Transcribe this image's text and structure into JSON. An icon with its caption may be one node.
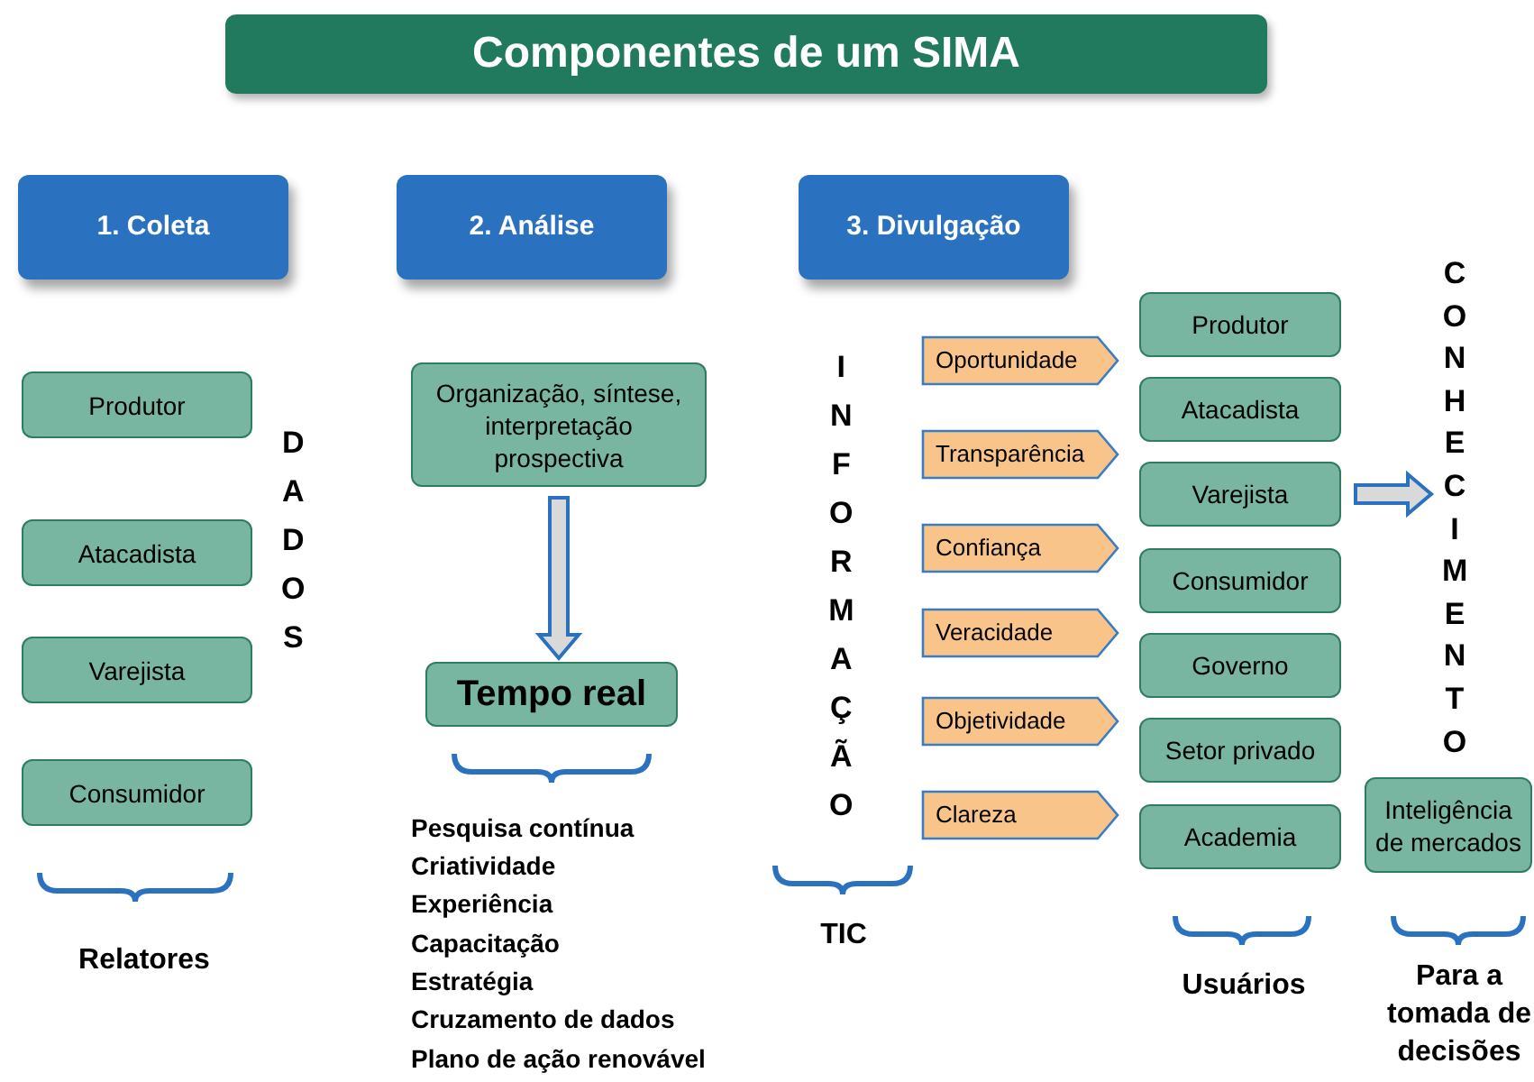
{
  "diagram": {
    "title": "Componentes de um SIMA",
    "nodes": [
      {
        "text": [
          "1. Coleta"
        ]
      },
      {
        "text": [
          "2. Análise"
        ]
      },
      {
        "text": [
          "3. Divulgação"
        ]
      },
      {
        "text": [
          "Produtor"
        ]
      },
      {
        "text": [
          "Atacadista"
        ]
      },
      {
        "text": [
          "Varejista"
        ]
      },
      {
        "text": [
          "Consumidor"
        ]
      },
      {
        "text": [
          "Organização, síntese, interpretação prospectiva"
        ]
      },
      {
        "text": [
          "Tempo real"
        ]
      },
      {
        "text": [
          "Oportunidade"
        ]
      },
      {
        "text": [
          "Transparência"
        ]
      },
      {
        "text": [
          "Confiança"
        ]
      },
      {
        "text": [
          "Veracidade"
        ]
      },
      {
        "text": [
          "Objetividade"
        ]
      },
      {
        "text": [
          "Clareza"
        ]
      },
      {
        "text": [
          "Produtor"
        ]
      },
      {
        "text": [
          "Atacadista"
        ]
      },
      {
        "text": [
          "Varejista"
        ]
      },
      {
        "text": [
          "Consumidor"
        ]
      },
      {
        "text": [
          "Governo"
        ]
      },
      {
        "text": [
          "Setor privado"
        ]
      },
      {
        "text": [
          "Academia"
        ]
      },
      {
        "text": [
          "Inteligência de mercados"
        ]
      },
      {
        "text": [
          "CONHECIMENTO"
        ]
      }
    ],
    "edges": [
      {
        "from": 7,
        "to": 8,
        "arrow": "to",
        "style": "thick"
      },
      {
        "from": 17,
        "to": 23,
        "arrow": "to",
        "style": "thick"
      }
    ],
    "labels": [
      "DADOS",
      "Relatores",
      "Pesquisa contínua",
      "Criatividade",
      "Experiência",
      "Capacitação",
      "Estratégia",
      "Cruzamento de dados",
      "Plano de ação renovável",
      "INFORMAÇÃO",
      "TIC",
      "Usuários",
      "Para a tomada de decisões"
    ]
  }
}
